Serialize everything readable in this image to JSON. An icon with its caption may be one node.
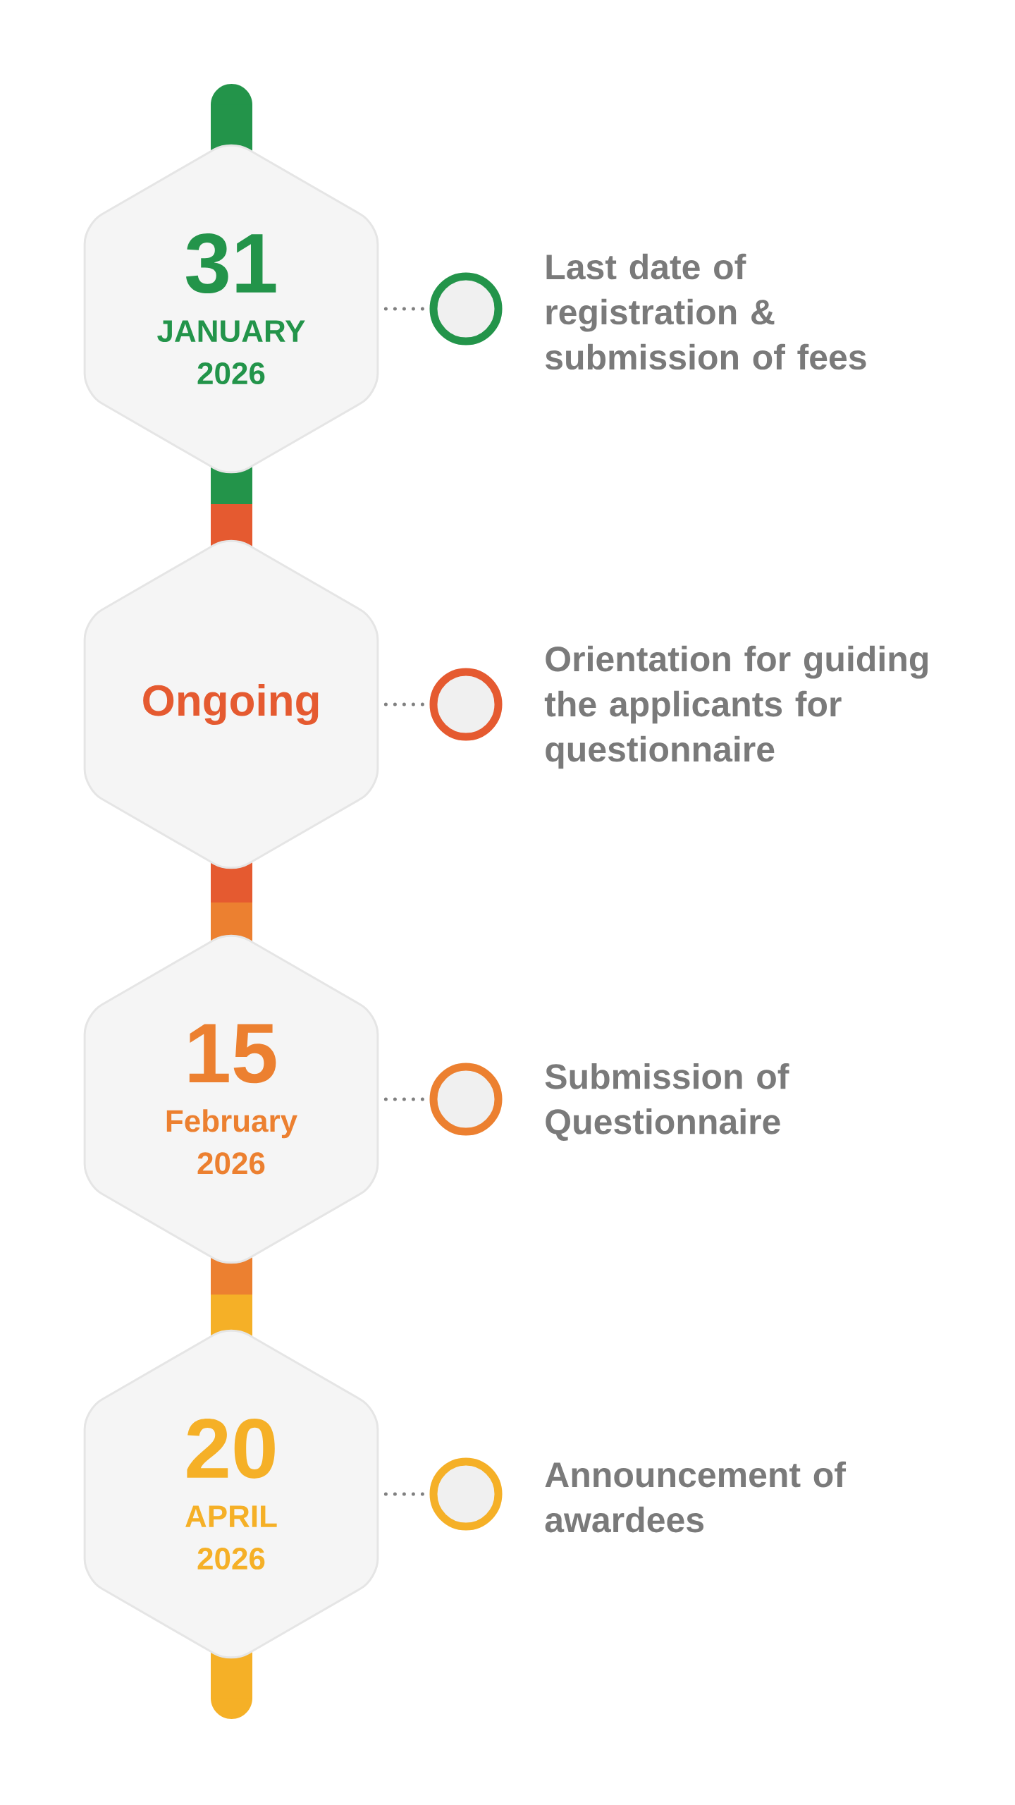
{
  "diagram": {
    "nodes": [
      {
        "text": [
          "31",
          "JANUARY",
          "2026"
        ]
      },
      {
        "text": [],
        "shape": "circle",
        "beside": [
          "Last date of registration & submission of fees"
        ]
      },
      {
        "text": [
          "Ongoing"
        ]
      },
      {
        "text": [],
        "shape": "circle",
        "beside": [
          "Orientation for guiding the applicants for questionnaire"
        ]
      },
      {
        "text": [
          "15",
          "February",
          "2026"
        ]
      },
      {
        "text": [],
        "shape": "circle",
        "beside": [
          "Submission of Questionnaire"
        ]
      },
      {
        "text": [
          "20",
          "APRIL",
          "2026"
        ]
      },
      {
        "text": [],
        "shape": "circle",
        "beside": [
          "Announcement of awardees"
        ]
      }
    ],
    "edges": [
      {
        "from": 0,
        "to": 1,
        "arrow": "none",
        "style": "dashed"
      },
      {
        "from": 2,
        "to": 3,
        "arrow": "none",
        "style": "dashed"
      },
      {
        "from": 4,
        "to": 5,
        "arrow": "none",
        "style": "dashed"
      },
      {
        "from": 6,
        "to": 7,
        "arrow": "none",
        "style": "dashed"
      }
    ]
  }
}
